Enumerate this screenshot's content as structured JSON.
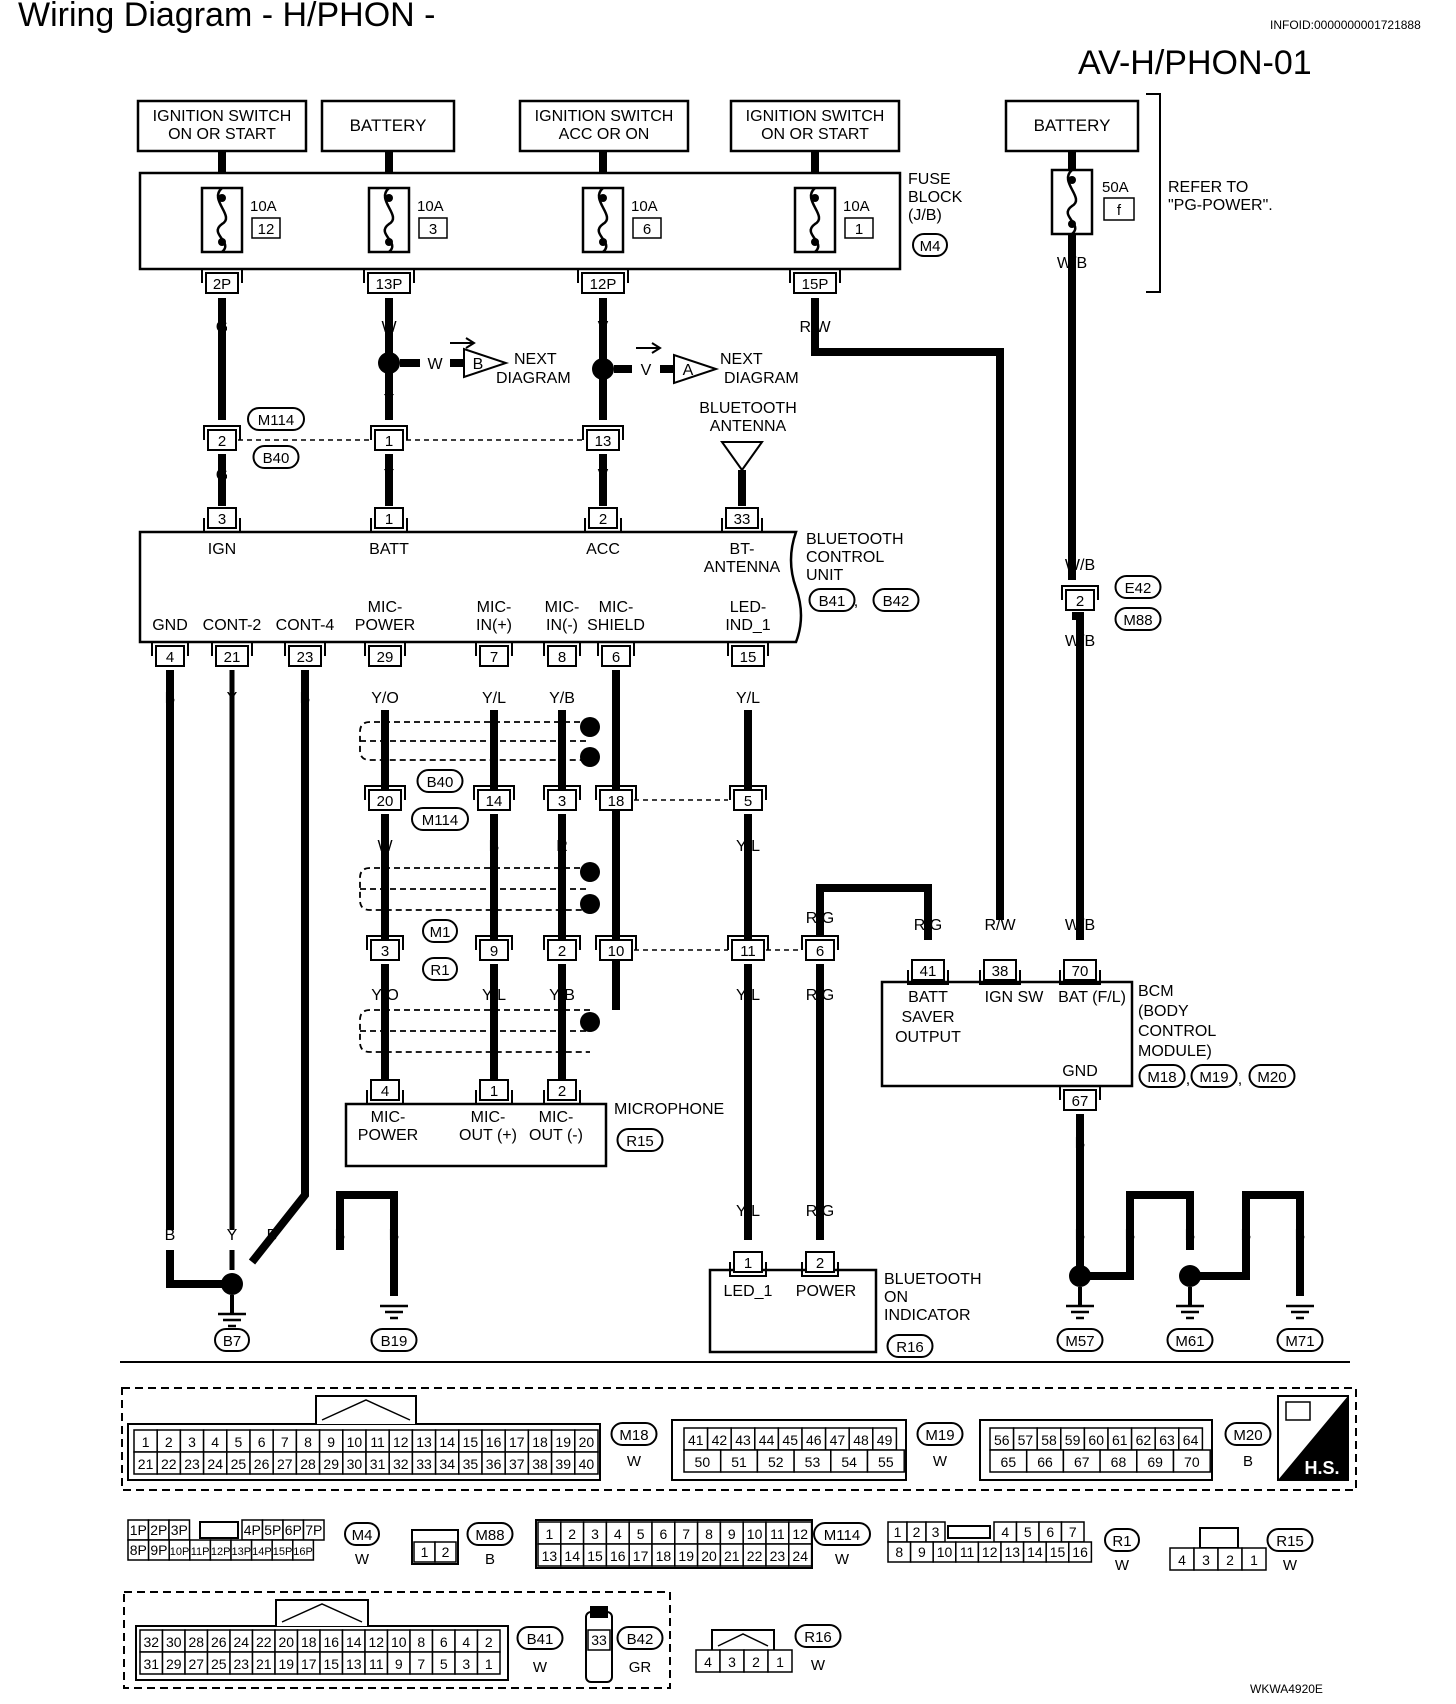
{
  "header": {
    "title": "Wiring Diagram - H/PHON -",
    "infoid": "INFOID:0000000001721888",
    "diagram_code": "AV-H/PHON-01",
    "footer_code": "WKWA4920E"
  },
  "power_sources": {
    "ign_on_start_1": [
      "IGNITION SWITCH",
      "ON OR START"
    ],
    "battery_1": "BATTERY",
    "ign_acc": [
      "IGNITION SWITCH",
      "ACC OR ON"
    ],
    "ign_on_start_2": [
      "IGNITION SWITCH",
      "ON OR START"
    ],
    "battery_2": "BATTERY"
  },
  "fuse_block": {
    "label": [
      "FUSE",
      "BLOCK",
      "(J/B)"
    ],
    "connector": "M4",
    "fuses": [
      {
        "amp": "10A",
        "num": "12",
        "pin": "2P",
        "wire": "G"
      },
      {
        "amp": "10A",
        "num": "3",
        "pin": "13P",
        "wire": "W"
      },
      {
        "amp": "10A",
        "num": "6",
        "pin": "12P",
        "wire": "V"
      },
      {
        "amp": "10A",
        "num": "1",
        "pin": "15P",
        "wire": "R/W"
      }
    ],
    "fuse_50a": {
      "amp": "50A",
      "num": "f",
      "wire": "W/B"
    },
    "refer": [
      "REFER TO",
      "\"PG-POWER\"."
    ]
  },
  "next_diagram": {
    "b": {
      "wire": "W",
      "letter": "B",
      "text": [
        "NEXT",
        "DIAGRAM"
      ]
    },
    "a": {
      "wire": "V",
      "letter": "A",
      "text": [
        "NEXT",
        "DIAGRAM"
      ]
    }
  },
  "splice_wire_y": "Y",
  "bt_antenna_label": [
    "BLUETOOTH",
    "ANTENNA"
  ],
  "jc_m114_b40": {
    "c1": "M114",
    "c2": "B40",
    "pins": [
      "2",
      "1",
      "13"
    ],
    "wires": [
      "G",
      "Y",
      "V"
    ]
  },
  "bcu": {
    "name": [
      "BLUETOOTH",
      "CONTROL",
      "UNIT"
    ],
    "connectors": [
      "B41",
      "B42"
    ],
    "top_pins": [
      {
        "num": "3",
        "label": [
          "IGN"
        ]
      },
      {
        "num": "1",
        "label": [
          "BATT"
        ]
      },
      {
        "num": "2",
        "label": [
          "ACC"
        ]
      },
      {
        "num": "33",
        "label": [
          "BT-",
          "ANTENNA"
        ]
      }
    ],
    "bottom_pins": [
      {
        "num": "4",
        "label": [
          "GND"
        ],
        "wire": "B"
      },
      {
        "num": "21",
        "label": [
          "CONT-2"
        ],
        "wire": "Y"
      },
      {
        "num": "23",
        "label": [
          "CONT-4"
        ],
        "wire": "B"
      },
      {
        "num": "29",
        "label": [
          "MIC-",
          "POWER"
        ],
        "wire": "Y/O"
      },
      {
        "num": "7",
        "label": [
          "MIC-",
          "IN(+)"
        ],
        "wire": "Y/L"
      },
      {
        "num": "8",
        "label": [
          "MIC-",
          "IN(-)"
        ],
        "wire": "Y/B"
      },
      {
        "num": "6",
        "label": [
          "MIC-",
          "SHIELD"
        ],
        "wire": ""
      },
      {
        "num": "15",
        "label": [
          "LED-",
          "IND_1"
        ],
        "wire": "Y/L"
      }
    ]
  },
  "jc_b40_m114": {
    "c1": "B40",
    "c2": "M114",
    "pins": [
      "20",
      "14",
      "3",
      "18",
      "5"
    ],
    "wires": [
      "W",
      "B",
      "R",
      "Y/L"
    ]
  },
  "jc_m1_r1": {
    "c1": "M1",
    "c2": "R1",
    "pins": [
      "3",
      "9",
      "2",
      "10",
      "11",
      "6"
    ],
    "wires": [
      "Y/O",
      "Y/L",
      "Y/B",
      "Y/L",
      "R/G"
    ],
    "rg_top": "R/G"
  },
  "microphone": {
    "name": "MICROPHONE",
    "connector": "R15",
    "pins": [
      {
        "num": "4",
        "label": [
          "MIC-",
          "POWER"
        ]
      },
      {
        "num": "1",
        "label": [
          "MIC-",
          "OUT (+)"
        ]
      },
      {
        "num": "2",
        "label": [
          "MIC-",
          "OUT (-)"
        ]
      }
    ]
  },
  "bt_indicator": {
    "name": [
      "BLUETOOTH",
      "ON",
      "INDICATOR"
    ],
    "connector": "R16",
    "pins": [
      {
        "num": "1",
        "label": "LED_1",
        "wire": "Y/L"
      },
      {
        "num": "2",
        "label": "POWER",
        "wire": "R/G"
      }
    ]
  },
  "bcm": {
    "name": [
      "BCM",
      "(BODY",
      "CONTROL",
      "MODULE)"
    ],
    "connectors": [
      "M18",
      "M19",
      "M20"
    ],
    "pins": [
      {
        "num": "41",
        "label": [
          "BATT",
          "SAVER",
          "OUTPUT"
        ],
        "wire": "R/G"
      },
      {
        "num": "38",
        "label": [
          "IGN SW"
        ],
        "wire": "R/W"
      },
      {
        "num": "70",
        "label": [
          "BAT (F/L)"
        ],
        "wire": "W/B"
      }
    ],
    "gnd": {
      "num": "67",
      "label": "GND",
      "wire": "B"
    }
  },
  "jc_e42_m88": {
    "c1": "E42",
    "c2": "M88",
    "pin": "2",
    "wire_top": "W/B",
    "wire_bot": "W/B"
  },
  "grounds_left": {
    "wires": [
      "B",
      "Y",
      "B",
      "B",
      "B"
    ],
    "points": [
      "B7",
      "B19"
    ]
  },
  "grounds_right": {
    "wires": [
      "B",
      "B",
      "B",
      "B",
      "B"
    ],
    "points": [
      "M57",
      "M61",
      "M71"
    ]
  },
  "connector_views": {
    "m18": {
      "name": "M18",
      "color": "W",
      "row1": [
        "1",
        "2",
        "3",
        "4",
        "5",
        "6",
        "7",
        "8",
        "9",
        "10",
        "11",
        "12",
        "13",
        "14",
        "15",
        "16",
        "17",
        "18",
        "19",
        "20"
      ],
      "row2": [
        "21",
        "22",
        "23",
        "24",
        "25",
        "26",
        "27",
        "28",
        "29",
        "30",
        "31",
        "32",
        "33",
        "34",
        "35",
        "36",
        "37",
        "38",
        "39",
        "40"
      ]
    },
    "m19": {
      "name": "M19",
      "color": "W",
      "row1": [
        "41",
        "42",
        "43",
        "44",
        "45",
        "46",
        "47",
        "48",
        "49"
      ],
      "row2": [
        "50",
        "51",
        "52",
        "53",
        "54",
        "55"
      ]
    },
    "m20": {
      "name": "M20",
      "color": "B",
      "row1": [
        "56",
        "57",
        "58",
        "59",
        "60",
        "61",
        "62",
        "63",
        "64"
      ],
      "row2": [
        "65",
        "66",
        "67",
        "68",
        "69",
        "70"
      ]
    },
    "hs": "H.S.",
    "m4": {
      "name": "M4",
      "color": "W",
      "row1": [
        "1P",
        "2P",
        "3P",
        "4P",
        "5P",
        "6P",
        "7P"
      ],
      "row2": [
        "8P",
        "9P",
        "10P",
        "11P",
        "12P",
        "13P",
        "14P",
        "15P",
        "16P"
      ]
    },
    "m88": {
      "name": "M88",
      "color": "B",
      "row1": [
        "1",
        "2"
      ]
    },
    "m114": {
      "name": "M114",
      "color": "W",
      "row1": [
        "1",
        "2",
        "3",
        "4",
        "5",
        "6",
        "7",
        "8",
        "9",
        "10",
        "11",
        "12"
      ],
      "row2": [
        "13",
        "14",
        "15",
        "16",
        "17",
        "18",
        "19",
        "20",
        "21",
        "22",
        "23",
        "24"
      ]
    },
    "r1": {
      "name": "R1",
      "color": "W",
      "row1": [
        "1",
        "2",
        "3",
        "4",
        "5",
        "6",
        "7"
      ],
      "row2": [
        "8",
        "9",
        "10",
        "11",
        "12",
        "13",
        "14",
        "15",
        "16"
      ]
    },
    "r15": {
      "name": "R15",
      "color": "W",
      "row1": [
        "4",
        "3",
        "2",
        "1"
      ]
    },
    "b41": {
      "name": "B41",
      "color": "W",
      "row1": [
        "32",
        "30",
        "28",
        "26",
        "24",
        "22",
        "20",
        "18",
        "16",
        "14",
        "12",
        "10",
        "8",
        "6",
        "4",
        "2"
      ],
      "row2": [
        "31",
        "29",
        "27",
        "25",
        "23",
        "21",
        "19",
        "17",
        "15",
        "13",
        "11",
        "9",
        "7",
        "5",
        "3",
        "1"
      ]
    },
    "b42": {
      "name": "B42",
      "color": "GR",
      "row1": [
        "33"
      ]
    },
    "r16": {
      "name": "R16",
      "color": "W",
      "row1": [
        "4",
        "3",
        "2",
        "1"
      ]
    }
  }
}
